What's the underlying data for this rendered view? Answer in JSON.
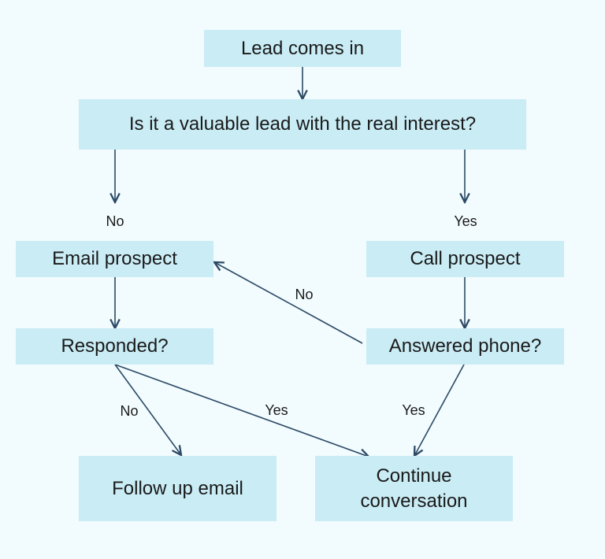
{
  "nodes": {
    "lead": "Lead comes in",
    "valuable": "Is it a valuable lead with the real interest?",
    "email": "Email prospect",
    "call": "Call prospect",
    "responded": "Responded?",
    "answered": "Answered phone?",
    "followup": "Follow up email",
    "continue_line1": "Continue",
    "continue_line2": "conversation"
  },
  "edges": {
    "valuable_no": "No",
    "valuable_yes": "Yes",
    "answered_no": "No",
    "responded_no": "No",
    "responded_yes": "Yes",
    "answered_yes": "Yes"
  },
  "colors": {
    "background": "#f2fbfd",
    "node_fill": "#c9ecf5",
    "arrow": "#2b4a66"
  }
}
